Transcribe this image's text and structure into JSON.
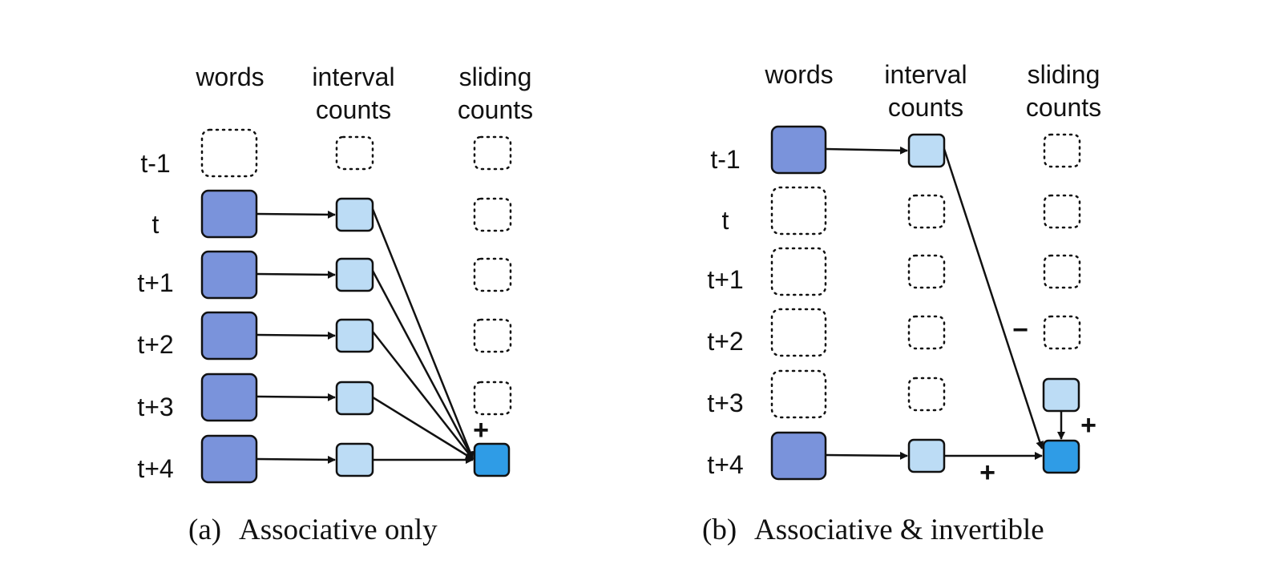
{
  "colors": {
    "word": "#7a93db",
    "interval": "#bcdcf5",
    "sliding": "#2f9ce6",
    "stroke": "#111111"
  },
  "panels": [
    {
      "id": "a",
      "col_words": "words",
      "col_interval": [
        "interval",
        "counts"
      ],
      "col_sliding": [
        "sliding",
        "counts"
      ],
      "rows": [
        "t-1",
        "t",
        "t+1",
        "t+2",
        "t+3",
        "t+4"
      ],
      "words_filled": [
        false,
        true,
        true,
        true,
        true,
        true
      ],
      "interval_filled": [
        false,
        true,
        true,
        true,
        true,
        true
      ],
      "sliding_filled": [
        false,
        false,
        false,
        false,
        false,
        true
      ],
      "sliding_light": [
        false,
        false,
        false,
        false,
        false,
        false
      ],
      "signs": [
        "+"
      ],
      "caption_label": "(a)",
      "caption_text": "Associative only"
    },
    {
      "id": "b",
      "col_words": "words",
      "col_interval": [
        "interval",
        "counts"
      ],
      "col_sliding": [
        "sliding",
        "counts"
      ],
      "rows": [
        "t-1",
        "t",
        "t+1",
        "t+2",
        "t+3",
        "t+4"
      ],
      "words_filled": [
        true,
        false,
        false,
        false,
        false,
        true
      ],
      "interval_filled": [
        true,
        false,
        false,
        false,
        false,
        true
      ],
      "sliding_filled": [
        false,
        false,
        false,
        false,
        false,
        true
      ],
      "sliding_light": [
        false,
        false,
        false,
        false,
        true,
        false
      ],
      "signs": [
        "−",
        "+",
        "+"
      ],
      "caption_label": "(b)",
      "caption_text": "Associative & invertible"
    }
  ]
}
